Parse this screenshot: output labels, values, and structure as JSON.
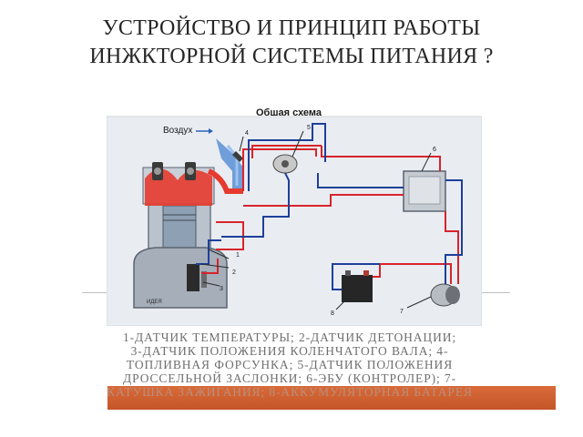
{
  "slide": {
    "title_line1": "УСТРОЙСТВО И ПРИНЦИП РАБОТЫ",
    "title_line2": "ИНЖКТОРНОЙ СИСТЕМЫ ПИТАНИЯ ?"
  },
  "diagram": {
    "heading": "Обшая схема",
    "air_label": "Воздух",
    "engine_brand": "ИДЕЯ",
    "numbers": [
      "1",
      "2",
      "3",
      "4",
      "5",
      "6",
      "7",
      "8"
    ]
  },
  "caption": {
    "lines": [
      "1-ДАТЧИК ТЕМПЕРАТУРЫ; 2-ДАТЧИК ДЕТОНАЦИИ;",
      "3-ДАТЧИК ПОЛОЖЕНИЯ КОЛЕНЧАТОГО ВАЛА; 4-",
      "ТОПЛИВНАЯ ФОРСУНКА; 5-ДАТЧИК ПОЛОЖЕНИЯ",
      "ДРОССЕЛЬНОЙ ЗАСЛОНКИ; 6-ЭБУ (КОНТРОЛЕР); 7-",
      "КАТУШКА ЗАЖИГАНИЯ; 8-АККУМУЛЯТОРНАЯ БАТАРЕЯ"
    ]
  },
  "colors": {
    "accent_bar": "#c9592b",
    "title_text": "#262626",
    "caption_text": "#6f6f6f",
    "wire_red": "#d8242b",
    "wire_blue": "#1e3f9a"
  }
}
